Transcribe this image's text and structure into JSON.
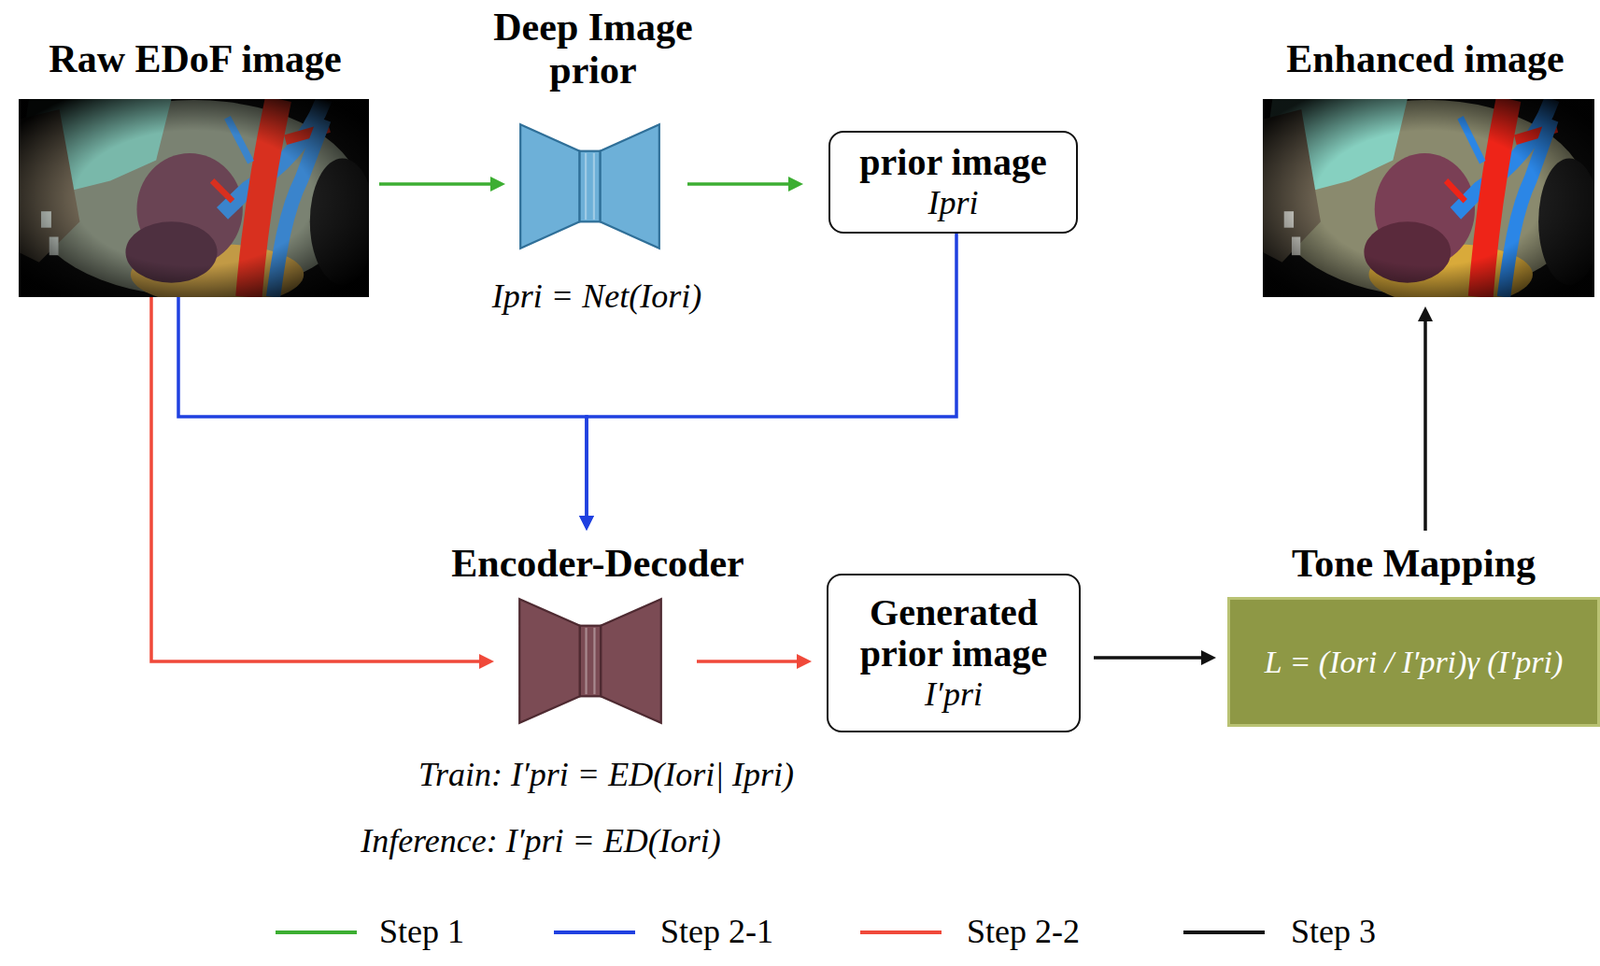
{
  "diagram": {
    "nodes": [
      {
        "text": [
          "Raw EDoF image"
        ]
      },
      {
        "text": [
          "Deep Image prior",
          "Ipri = Net(Iori)"
        ]
      },
      {
        "text": [
          "prior image",
          "Ipri"
        ]
      },
      {
        "text": [
          "Enhanced image"
        ]
      },
      {
        "text": [
          "Encoder-Decoder",
          "Train: I′pri = ED(Iori| Ipri)",
          "Inference: I′pri = ED(Iori)"
        ]
      },
      {
        "text": [
          "Generated prior image",
          "I′pri"
        ]
      },
      {
        "text": [
          "Tone Mapping",
          "L = (Iori / I′pri)γ (I′pri)"
        ]
      }
    ],
    "edges": [
      {
        "from": 0,
        "to": 1,
        "arrow": "to"
      },
      {
        "from": 1,
        "to": 2,
        "arrow": "to"
      },
      {
        "from": 0,
        "to": 4,
        "arrow": "to"
      },
      {
        "from": 2,
        "to": 4,
        "arrow": "to"
      },
      {
        "from": 0,
        "to": 4,
        "arrow": "to"
      },
      {
        "from": 4,
        "to": 5,
        "arrow": "to"
      },
      {
        "from": 5,
        "to": 6,
        "arrow": "to"
      },
      {
        "from": 6,
        "to": 3,
        "arrow": "to"
      }
    ],
    "legend": [
      {
        "text": "Step 1",
        "color": "#3cae32"
      },
      {
        "text": "Step 2-1",
        "color": "#1f40e0"
      },
      {
        "text": "Step 2-2",
        "color": "#f0493a"
      },
      {
        "text": "Step 3",
        "color": "#111111"
      }
    ]
  }
}
